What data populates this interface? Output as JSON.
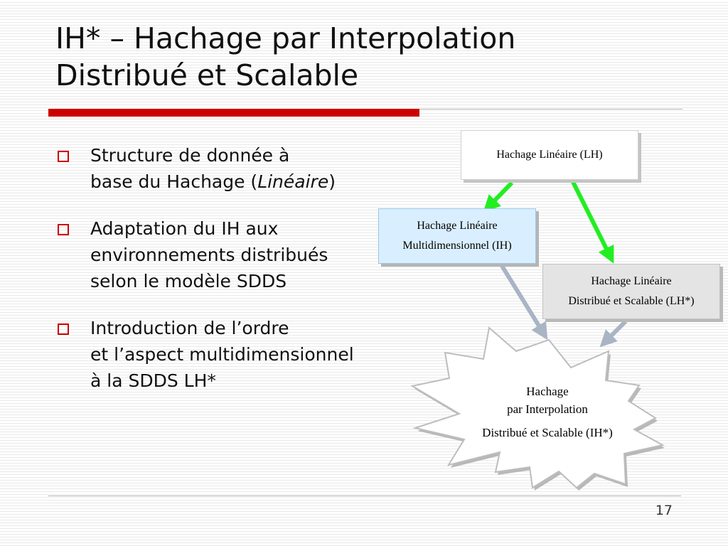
{
  "slide": {
    "title_lines": [
      "IH* – Hachage par Interpolation",
      "Distribué et Scalable"
    ],
    "bullets": [
      {
        "lines": [
          "Structure de donnée à",
          "base du Hachage (",
          "Linéaire",
          ")"
        ]
      },
      {
        "lines": [
          "Adaptation du IH aux",
          "environnements distribués",
          "selon le modèle SDDS"
        ]
      },
      {
        "lines": [
          "Introduction de l’ordre",
          "et l’aspect multidimensionnel",
          "à la SDDS LH*"
        ]
      }
    ],
    "page_number": "17"
  },
  "diagram": {
    "nodes": {
      "lh": {
        "lines": [
          "Hachage Linéaire (LH)"
        ]
      },
      "ih": {
        "lines": [
          "Hachage Linéaire",
          "Multidimensionnel (IH)"
        ]
      },
      "lhstar": {
        "lines": [
          "Hachage Linéaire",
          "Distribué et Scalable (LH*)"
        ]
      },
      "ihstar": {
        "lines": [
          "Hachage",
          "par Interpolation",
          "Distribué et Scalable (IH*)"
        ]
      }
    },
    "colors": {
      "accent_red": "#cc0000",
      "arrow_green": "#22ee22",
      "arrow_gray": "#a9b4c4",
      "ih_box_fill": "#d9efff",
      "lhstar_box_fill": "#e4e4e4"
    }
  }
}
